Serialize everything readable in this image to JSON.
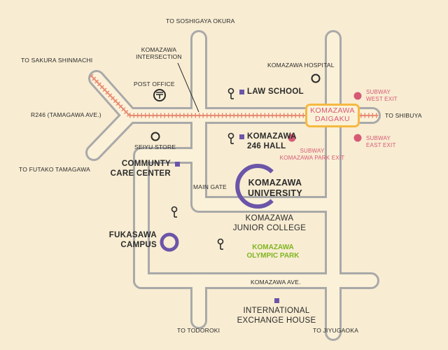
{
  "colors": {
    "background": "#f8ecd2",
    "road_outline": "#a9a9a9",
    "road_fill": "#fbf1d8",
    "rail": "#e88b73",
    "subway_exit": "#d65a75",
    "station_box": "#f5b942",
    "university_ring": "#6b55a8",
    "park_text": "#7fb520",
    "marker": "#6b55a8"
  },
  "roads": {
    "to_soshigaya": "TO SOSHIGAYA OKURA",
    "to_sakura": "TO SAKURA SHINMACHI",
    "r246": "R246 (TAMAGAWA AVE.)",
    "to_futako": "TO FUTAKO TAMAGAWA",
    "to_shibuya": "TO SHIBUYA",
    "komazawa_ave": "KOMAZAWA AVE.",
    "to_todoroki": "TO TODOROKI",
    "to_jiyugaoka": "TO JIYUGAOKA"
  },
  "intersection": {
    "line1": "KOMAZAWA",
    "line2": "INTERSECTION"
  },
  "station": {
    "line1": "KOMAZAWA",
    "line2": "DAIGAKU"
  },
  "subway_exits": {
    "west_line1": "SUBWAY",
    "west_line2": "WEST EXIT",
    "east_line1": "SUBWAY",
    "east_line2": "EAST EXIT",
    "park_line1": "SUBWAY",
    "park_line2": "KOMAZAWA PARK EXIT"
  },
  "landmarks": {
    "post_office": "POST OFFICE",
    "seiyu_store": "SEIYU STORE",
    "komazawa_hospital": "KOMAZAWA HOSPITAL",
    "law_school": "LAW SCHOOL",
    "hall_line1": "KOMAZAWA",
    "hall_line2": "246 HALL",
    "community_line1": "COMMUNTY",
    "community_line2": "CARE CENTER",
    "main_gate": "MAIN GATE",
    "university_line1": "KOMAZAWA",
    "university_line2": "UNIVERSITY",
    "junior_line1": "KOMAZAWA",
    "junior_line2": "JUNIOR COLLEGE",
    "park_line1": "KOMAZAWA",
    "park_line2": "OLYMPIC PARK",
    "fukasawa_line1": "FUKASAWA",
    "fukasawa_line2": "CAMPUS",
    "exchange_line1": "INTERNATIONAL",
    "exchange_line2": "EXCHANGE HOUSE"
  },
  "icons": [
    "post-office-icon",
    "key-pin-icon",
    "open-circle-icon",
    "square-marker-icon",
    "subway-exit-dot-icon",
    "campus-ring-icon"
  ]
}
